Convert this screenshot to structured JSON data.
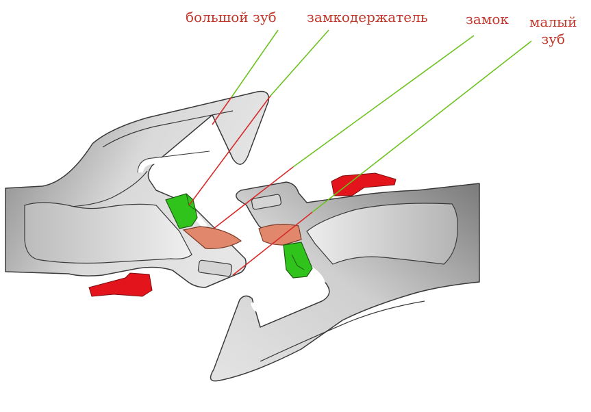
{
  "labels": {
    "big_tooth": "большой зуб",
    "lock_holder": "замкодержатель",
    "lock": "замок",
    "small_tooth_line1": "малый",
    "small_tooth_line2": "зуб"
  },
  "colors": {
    "label_text": "#c0392b",
    "leader_green": "#6cc21f",
    "leader_red": "#d62b2b",
    "metal_dark": "#7c7c7c",
    "metal_light": "#e8e8e8",
    "outline": "#3a3a3a",
    "lock_holder_green": "#2fc31b",
    "lock_salmon": "#e0876c",
    "red_part": "#e3141c"
  }
}
